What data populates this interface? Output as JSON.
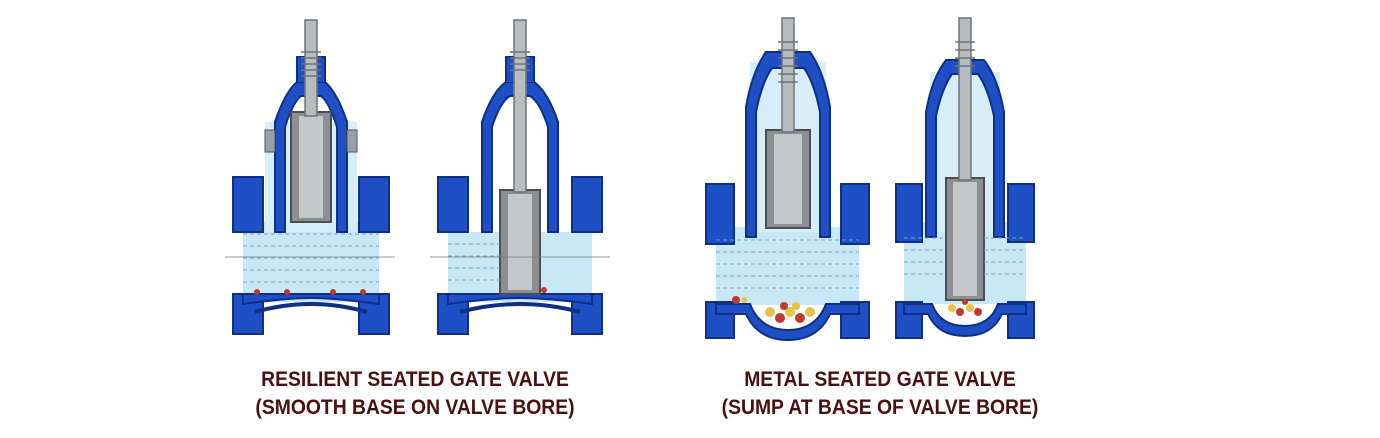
{
  "captions": {
    "resilient": {
      "line1": "RESILIENT SEATED GATE VALVE",
      "line2": "(SMOOTH BASE ON VALVE BORE)"
    },
    "metal": {
      "line1": "METAL SEATED GATE VALVE",
      "line2": "(SUMP AT BASE OF VALVE BORE)"
    }
  },
  "colors": {
    "body_blue": "#1f4fc4",
    "body_dark": "#0f2f86",
    "water": "#bfe3f3",
    "stem_grey": "#b9bcbf",
    "stem_dark": "#6f7378",
    "debris_red": "#c0392b",
    "debris_yellow": "#e8c34a",
    "caption": "#4a0f0f"
  }
}
